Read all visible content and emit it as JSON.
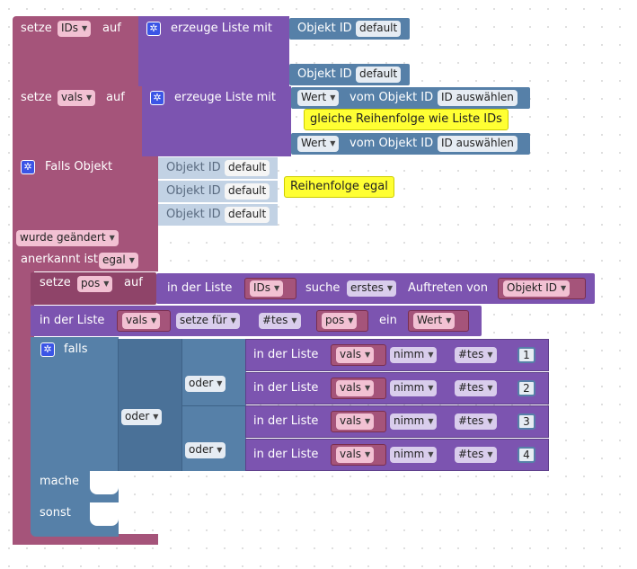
{
  "row1": {
    "set": "setze",
    "var": "IDs",
    "on": "auf",
    "create_list": "erzeuge Liste mit",
    "item1_label": "Objekt ID",
    "item1_value": "default",
    "item2_label": "Objekt ID",
    "item2_value": "default"
  },
  "row2": {
    "set": "setze",
    "var": "vals",
    "on": "auf",
    "create_list": "erzeuge Liste mit",
    "w1": "Wert",
    "from_obj": "vom Objekt ID",
    "select1": "ID auswählen",
    "comment": "gleiche Reihenfolge wie Liste IDs",
    "w2": "Wert",
    "from_obj2": "vom Objekt ID",
    "select2": "ID auswählen"
  },
  "trigger": {
    "title": "Falls Objekt",
    "ids": [
      {
        "label": "Objekt ID",
        "value": "default"
      },
      {
        "label": "Objekt ID",
        "value": "default"
      },
      {
        "label": "Objekt ID",
        "value": "default"
      }
    ],
    "comment": "Reihenfolge egal",
    "changed": "wurde geändert",
    "ack_label": "anerkannt ist",
    "ack_value": "egal"
  },
  "setpos": {
    "set": "setze",
    "var": "pos",
    "on": "auf",
    "in_list": "in der Liste",
    "list": "IDs",
    "search": "suche",
    "first": "erstes",
    "occurrence": "Auftreten von",
    "obj": "Objekt ID"
  },
  "setlist": {
    "in_list": "in der Liste",
    "list": "vals",
    "set_for": "setze für",
    "index": "#tes",
    "pos": "pos",
    "in": "ein",
    "value": "Wert"
  },
  "ifblock": {
    "falls": "falls",
    "or_outer": "oder",
    "or_top": "oder",
    "or_bottom": "oder",
    "rows": [
      {
        "in_list": "in der Liste",
        "list": "vals",
        "take": "nimm",
        "index": "#tes",
        "n": "1"
      },
      {
        "in_list": "in der Liste",
        "list": "vals",
        "take": "nimm",
        "index": "#tes",
        "n": "2"
      },
      {
        "in_list": "in der Liste",
        "list": "vals",
        "take": "nimm",
        "index": "#tes",
        "n": "3"
      },
      {
        "in_list": "in der Liste",
        "list": "vals",
        "take": "nimm",
        "index": "#tes",
        "n": "4"
      }
    ],
    "do": "mache",
    "else": "sonst"
  },
  "colors": {
    "maroon": "#a5547a",
    "purple": "#7c54b0",
    "steel": "#5680a8",
    "pale": "#c2d2e4",
    "note": "#ffff33",
    "gear": "#3b55e6"
  }
}
